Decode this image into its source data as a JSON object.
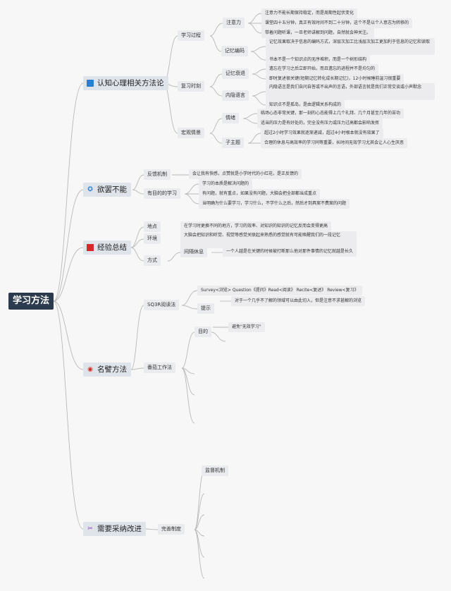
{
  "root": "学习方法",
  "topics": {
    "cognitive": {
      "label": "认知心理相关方法论",
      "icon_color": "#2a7fd4",
      "learning_process": {
        "label": "学习过程",
        "attention": {
          "label": "注意力",
          "leaves": [
            "注意力不能长期保持稳定，而是周期性起伏变化",
            "课堂四十五分钟，真正有效时间不到二十分钟，这个不是以个人意志为转移的",
            "带着问题听课，一旦老师讲解到问题，自然就会神关注。"
          ]
        },
        "memory_encoding": {
          "label": "记忆编码",
          "leaves": [
            "记忆效果取决于信息的编码方式，深层次加工比浅层次加工更加利于信息的记忆和读取",
            "书本不是一个知识点的无序堆积，而是一个树形结构"
          ]
        }
      },
      "review_timing": {
        "label": "复习时刻",
        "forgetting": {
          "label": "记忆衰退",
          "leaves": [
            "遗忘在学习之后立即开始，而且遗忘的进程并不是均匀的",
            "即时复述很关键(短期记忆转化成长期记忆)，12小时候睡前温习很重要"
          ]
        },
        "inner_speech": {
          "label": "内隐语言",
          "leaves": [
            "内隐语言是我们自问自答或不出声的言语，外部语言就是我们正常交谈或小声默念",
            "知识点不是孤岛，是由逻辑关系构成的"
          ]
        }
      },
      "macro": {
        "label": "宏观情景",
        "emotion": {
          "label": "情绪",
          "leaves": [
            "临场心态非常关键，那一刻的心态能得上几个礼拜、几个月甚至几年的苦功",
            "适当的压力是有好处的，完全没有压力或压力过高都会影响发挥"
          ]
        },
        "sub_topic": {
          "label": "子主题",
          "leaves": [
            "超过2小时学习效果就逐渐递减，超过4小时根本就没有效果了",
            "合理的休息与高效率的学习同等重要，长时间无效学习尤其会让人心生厌恶"
          ]
        }
      }
    },
    "desire": {
      "label": "欲罢不能",
      "icon_color": "#2a7fd4",
      "feedback": {
        "label": "反馈机制",
        "leaf": "会让我有快感，点赞就是小学时代的小红花，是正反馈的"
      },
      "purposeful": {
        "label": "有目的的学习",
        "leaves": [
          "学习的本质是解决问题的",
          "有问题，就有重点，如果没有问题，大脑会把全部都当成重点",
          "当明确为什么要学习，学习什么，不学什么之后，然后才到具案不费案的问题"
        ]
      }
    },
    "experience": {
      "label": "经验总结",
      "icon_color": "#d62828",
      "place": {
        "label": "地点",
        "leaf": "在学习时更换不同的地方，学习的效率、对知识的知识的记忆反而会变得更高"
      },
      "environment": {
        "label": "环境",
        "leaf": "大脑会把知识和听觉、视觉等感觉关联起来熟悉的感觉就有可能唤醒我们的一段记忆"
      },
      "method": {
        "label": "方式",
        "interval": {
          "label": "间隔休息",
          "leaf": "一个人越是在关键的时候被打断那么他对那件事情的记忆就越是长久"
        }
      }
    },
    "famous": {
      "label": "名譬方法",
      "icon_color": "#d62828",
      "sq3r": {
        "label": "SQ3R阅读法",
        "steps": "Survey<浏览>  Question《提问》Read<阅读》  Recite<复述》  Review<复习》",
        "tip": {
          "label": "提示",
          "leaf": "对于一个几乎不了解的领域可以由此切入，但是注意不求甚解的浏览"
        }
      },
      "feynman": {
        "label": "番茄工作法",
        "goal": {
          "label": "目的",
          "leaf": "避免\"无效学习\""
        }
      }
    },
    "improve": {
      "label": "需要采纳改进",
      "icon_color": "#8b3fb5",
      "system": {
        "label": "完善制度",
        "supervision": {
          "label": "监督机制"
        }
      }
    }
  },
  "colors": {
    "root": "#2b3a4c",
    "line": "#b9b9b9"
  }
}
